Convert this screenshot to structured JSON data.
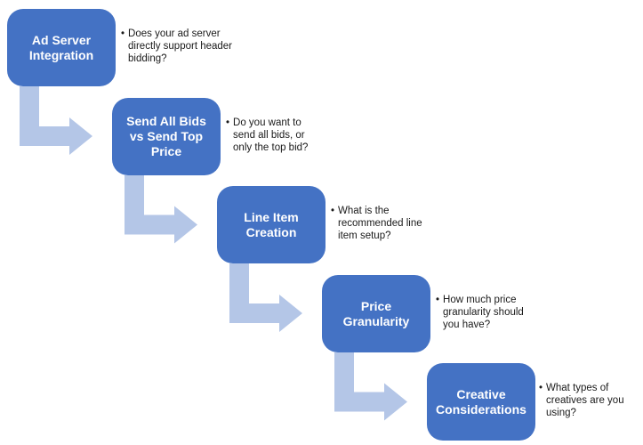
{
  "bullet_char": "•",
  "colors": {
    "box_fill": "#4472c4",
    "arrow_fill": "#b4c6e7",
    "box_text": "#ffffff",
    "bullet_text": "#1a1a1a",
    "background": "#ffffff"
  },
  "steps": [
    {
      "label": "Ad Server\nIntegration",
      "bullet": "Does your ad server\ndirectly support header\nbidding?"
    },
    {
      "label": "Send All Bids\nvs Send Top\nPrice",
      "bullet": "Do you want to\nsend all bids, or\nonly the top bid?"
    },
    {
      "label": "Line Item\nCreation",
      "bullet": "What is the\nrecommended line\nitem setup?"
    },
    {
      "label": "Price\nGranularity",
      "bullet": "How much price\ngranularity should\nyou have?"
    },
    {
      "label": "Creative\nConsiderations",
      "bullet": "What types of\ncreatives are you\nusing?"
    }
  ]
}
